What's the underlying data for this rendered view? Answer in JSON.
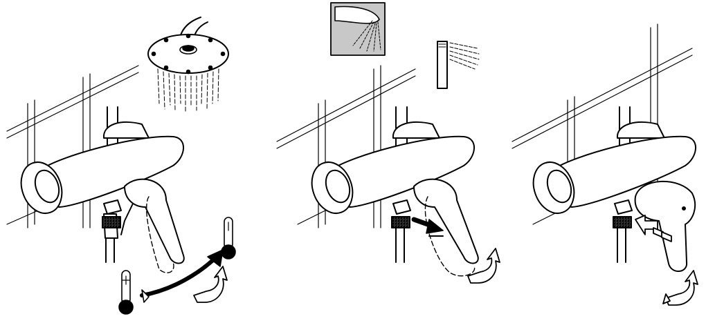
{
  "image": {
    "kind": "technical line-art instructions",
    "panels": [
      {
        "step": 1,
        "shows": [
          "overhead-shower",
          "temperature-control"
        ],
        "icons": [
          "cold-thermometer-icon",
          "hot-thermometer-icon",
          "rotate-arrow-icon"
        ]
      },
      {
        "step": 2,
        "shows": [
          "hand-shower",
          "detail-inset-spray"
        ],
        "icons": [
          "pull-arrow-icon",
          "rotate-arrow-icon"
        ]
      },
      {
        "step": 3,
        "shows": [
          "push-lever"
        ],
        "icons": [
          "push-arrow-icon",
          "rotate-arrow-icon"
        ]
      }
    ]
  },
  "colors": {
    "ink": "#000000",
    "paper": "#ffffff",
    "inset_bg": "#c8c8c8"
  }
}
